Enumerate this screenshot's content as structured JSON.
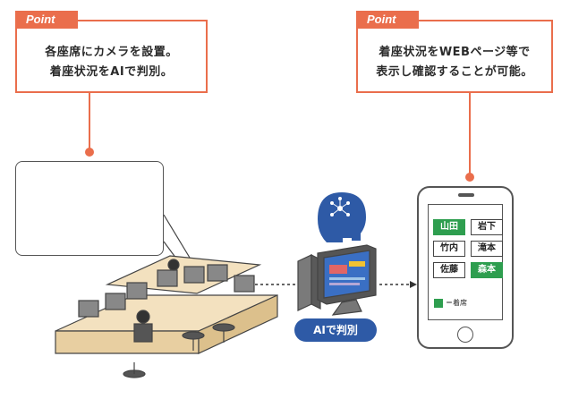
{
  "colors": {
    "accent": "#ea6e4c",
    "ai_blue": "#2e5aa6",
    "occupied_green": "#2e9e4f"
  },
  "callout_left": {
    "tag": "Point",
    "line1": "各座席にカメラを設置。",
    "line2": "着座状況をAIで判別。"
  },
  "callout_right": {
    "tag": "Point",
    "line1": "着座状況をWEBページ等で",
    "line2": "表示し確認することが可能。"
  },
  "ai_label": "AIで判別",
  "phone": {
    "seats": [
      {
        "name": "山田",
        "occupied": true
      },
      {
        "name": "岩下",
        "occupied": false
      },
      {
        "name": "竹内",
        "occupied": false
      },
      {
        "name": "滝本",
        "occupied": false
      },
      {
        "name": "佐藤",
        "occupied": false
      },
      {
        "name": "森本",
        "occupied": true
      }
    ],
    "legend": "＝着席"
  },
  "icons": [
    "camera-icon",
    "ai-brain-icon",
    "server-pc-icon",
    "office-desks-icon",
    "smartphone-icon"
  ]
}
